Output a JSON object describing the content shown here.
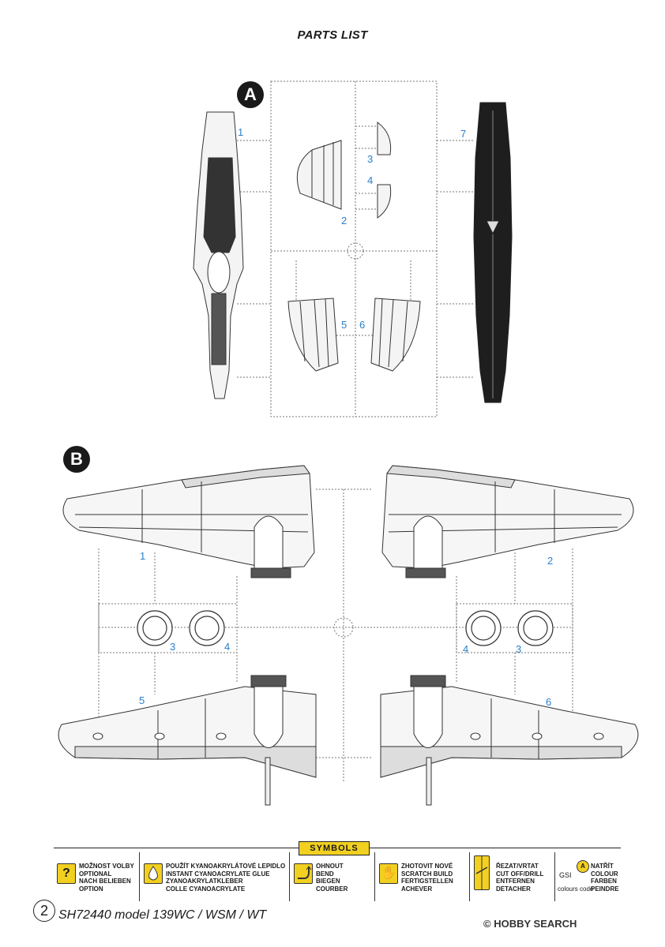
{
  "title": "PARTS LIST",
  "sprue_a": {
    "label": "A",
    "parts": [
      "1",
      "2",
      "3",
      "4",
      "5",
      "6",
      "7"
    ]
  },
  "sprue_b": {
    "label": "B",
    "parts": [
      "1",
      "2",
      "3",
      "4",
      "4",
      "3",
      "5",
      "6"
    ]
  },
  "symbols": {
    "title": "SYMBOLS",
    "items": [
      {
        "icon": "question-icon",
        "lines": [
          "MOŽNOST VOLBY",
          "OPTIONAL",
          "NACH BELIEBEN",
          "OPTION"
        ]
      },
      {
        "icon": "glue-drop-icon",
        "lines": [
          "POUŽÍT KYANOAKRYLÁTOVÉ LEPIDLO",
          "INSTANT CYANOACRYLATE GLUE",
          "ZYANOAKRYLATKLEBER",
          "COLLE CYANOACRYLATE"
        ]
      },
      {
        "icon": "bend-icon",
        "lines": [
          "OHNOUT",
          "BEND",
          "BIEGEN",
          "COURBER"
        ]
      },
      {
        "icon": "hand-icon",
        "lines": [
          "ZHOTOVIT NOVÉ",
          "SCRATCH BUILD",
          "FERTIGSTELLEN",
          "ACHEVER"
        ]
      },
      {
        "icon": "cut-icon",
        "lines": [
          "ŘEZAT/VRTAT",
          "CUT OFF/DRILL",
          "ENTFERNEN",
          "DETACHER"
        ]
      },
      {
        "icon": "paint-icon",
        "gsi": "GSI",
        "gsi_caption": "colours code",
        "lines": [
          "NATŘÍT",
          "COLOUR",
          "FARBEN",
          "PEINDRE"
        ]
      }
    ]
  },
  "footer": {
    "page_number": "2",
    "text": "SH72440 model 139WC / WSM / WT"
  },
  "watermark": "HOBBY SEARCH"
}
